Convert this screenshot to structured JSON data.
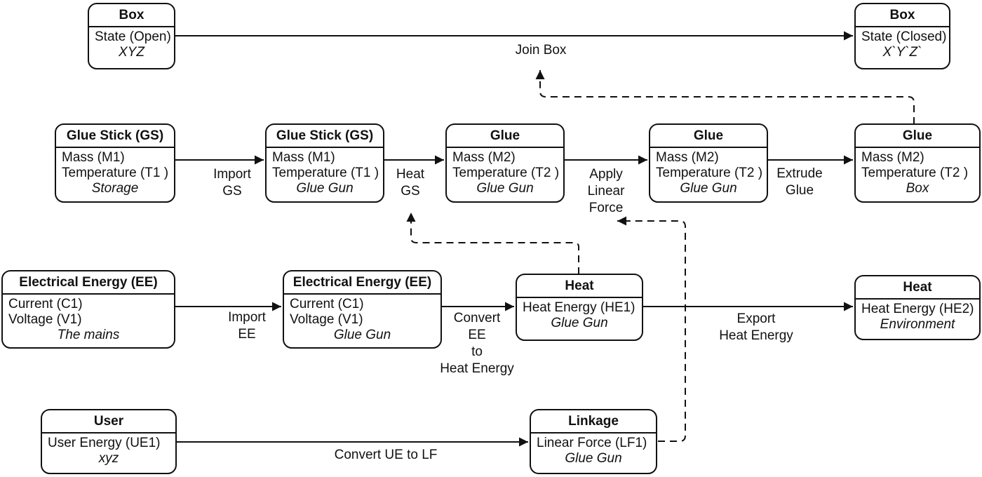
{
  "nodes": {
    "box_open": {
      "title": "Box",
      "attr1": "State (Open)",
      "location": "XYZ"
    },
    "box_closed": {
      "title": "Box",
      "attr1": "State (Closed)",
      "location": "X`Y`Z`"
    },
    "gs_storage": {
      "title": "Glue Stick (GS)",
      "attr1": "Mass (M1)",
      "attr2": "Temperature (T1 )",
      "location": "Storage"
    },
    "gs_gluegun": {
      "title": "Glue Stick (GS)",
      "attr1": "Mass (M1)",
      "attr2": "Temperature (T1 )",
      "location": "Glue Gun"
    },
    "glue_gluegun1": {
      "title": "Glue",
      "attr1": "Mass (M2)",
      "attr2": "Temperature (T2 )",
      "location": "Glue Gun"
    },
    "glue_gluegun2": {
      "title": "Glue",
      "attr1": "Mass (M2)",
      "attr2": "Temperature (T2 )",
      "location": "Glue Gun"
    },
    "glue_box": {
      "title": "Glue",
      "attr1": "Mass (M2)",
      "attr2": "Temperature (T2 )",
      "location": "Box"
    },
    "ee_mains": {
      "title": "Electrical Energy (EE)",
      "attr1": "Current (C1)",
      "attr2": "Voltage (V1)",
      "location": "The mains"
    },
    "ee_gluegun": {
      "title": "Electrical Energy (EE)",
      "attr1": "Current (C1)",
      "attr2": "Voltage (V1)",
      "location": "Glue Gun"
    },
    "heat_gluegun": {
      "title": "Heat",
      "attr1": "Heat Energy (HE1)",
      "location": "Glue Gun"
    },
    "heat_env": {
      "title": "Heat",
      "attr1": "Heat Energy (HE2)",
      "location": "Environment"
    },
    "user": {
      "title": "User",
      "attr1": "User Energy (UE1)",
      "location": "xyz"
    },
    "linkage": {
      "title": "Linkage",
      "attr1": "Linear Force (LF1)",
      "location": "Glue Gun"
    }
  },
  "labels": {
    "join_box": "Join Box",
    "import_gs": "Import\nGS",
    "heat_gs": "Heat\nGS",
    "apply_linear_force": "Apply\nLinear\nForce",
    "extrude_glue": "Extrude\nGlue",
    "import_ee": "Import\nEE",
    "convert_ee_to_heat": "Convert\nEE\nto\nHeat Energy",
    "export_heat_energy": "Export\nHeat Energy",
    "convert_ue_to_lf": "Convert UE to LF"
  },
  "colors": {
    "line": "#111111",
    "background": "#ffffff"
  }
}
